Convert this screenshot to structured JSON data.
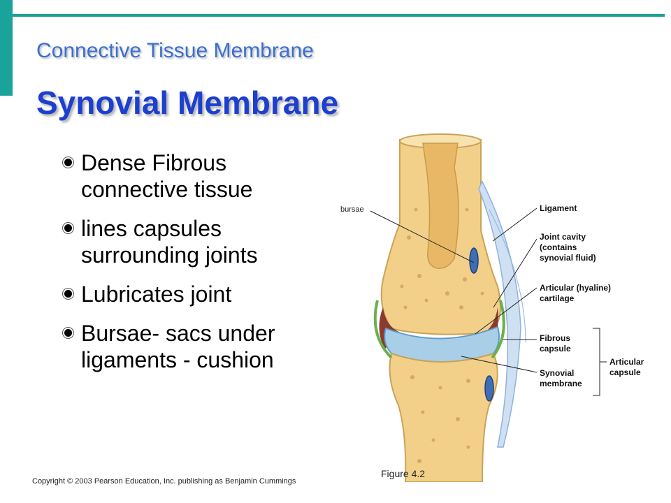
{
  "slide": {
    "subtitle": "Connective Tissue Membrane",
    "title": "Synovial Membrane",
    "bullets": [
      "Dense Fibrous connective tissue",
      "lines capsules surrounding joints",
      "Lubricates joint",
      "Bursae- sacs under ligaments - cushion"
    ],
    "copyright": "Copyright © 2003 Pearson Education, Inc. publishing as Benjamin Cummings",
    "accent_color": "#1aa39a",
    "title_color": "#1c3fcf"
  },
  "figure": {
    "caption": "Figure 4.2",
    "bursae_label": "bursae",
    "labels": {
      "ligament": "Ligament",
      "joint_cavity_1": "Joint cavity",
      "joint_cavity_2": "(contains",
      "joint_cavity_3": "synovial fluid)",
      "cartilage_1": "Articular (hyaline)",
      "cartilage_2": "cartilage",
      "fibrous_1": "Fibrous",
      "fibrous_2": "capsule",
      "synovial_1": "Synovial",
      "synovial_2": "membrane",
      "articular_capsule_1": "Articular",
      "articular_capsule_2": "capsule"
    }
  }
}
